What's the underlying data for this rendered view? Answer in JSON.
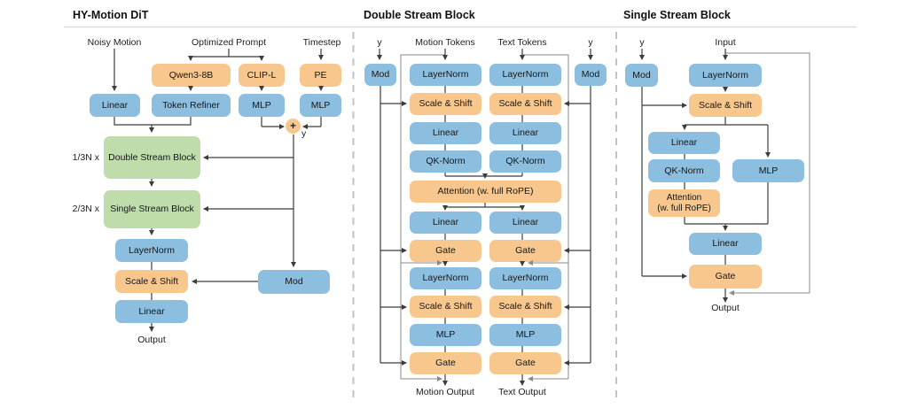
{
  "colors": {
    "node_blue": "#8CBEE0",
    "node_orange": "#F8C78E",
    "node_green": "#BFDCAB",
    "arrow": "#3c3c3c",
    "skip_line": "#8a8a8a",
    "dashed_divider": "#c3c3c3",
    "title_rule": "#dcdcdc",
    "text": "#1a1a1a"
  },
  "hy_motion": {
    "title": "HY-Motion DiT",
    "labels": {
      "noisy_motion": "Noisy Motion",
      "optimized_prompt": "Optimized Prompt",
      "timestep": "Timestep",
      "plus": "+",
      "y": "y",
      "rep_double": "1/3N x",
      "rep_single": "2/3N x",
      "output": "Output"
    },
    "nodes": {
      "qwen": "Qwen3-8B",
      "clip": "CLIP-L",
      "pe": "PE",
      "linear_in": "Linear",
      "token_refiner": "Token Refiner",
      "mlp_clip": "MLP",
      "mlp_pe": "MLP",
      "double_block": "Double Stream Block",
      "single_block": "Single Stream Block",
      "layernorm": "LayerNorm",
      "scale_shift": "Scale & Shift",
      "linear_out": "Linear",
      "mod": "Mod"
    }
  },
  "double_stream": {
    "title": "Double Stream Block",
    "labels": {
      "y_left": "y",
      "motion_tokens": "Motion Tokens",
      "text_tokens": "Text Tokens",
      "y_right": "y",
      "motion_output": "Motion Output",
      "text_output": "Text Output"
    },
    "mod_left": "Mod",
    "mod_right": "Mod",
    "attention": "Attention (w. full RoPE)",
    "rows": [
      "LayerNorm",
      "Scale & Shift",
      "Linear",
      "QK-Norm",
      "Linear",
      "Gate",
      "LayerNorm",
      "Scale & Shift",
      "MLP",
      "Gate"
    ]
  },
  "single_stream": {
    "title": "Single Stream Block",
    "labels": {
      "y": "y",
      "input": "Input",
      "output": "Output"
    },
    "nodes": {
      "mod": "Mod",
      "layernorm": "LayerNorm",
      "scale_shift": "Scale & Shift",
      "linear_qkv": "Linear",
      "qk_norm": "QK-Norm",
      "mlp": "MLP",
      "attention_l1": "Attention",
      "attention_l2": "(w. full RoPE)",
      "linear_out": "Linear",
      "gate": "Gate"
    }
  }
}
